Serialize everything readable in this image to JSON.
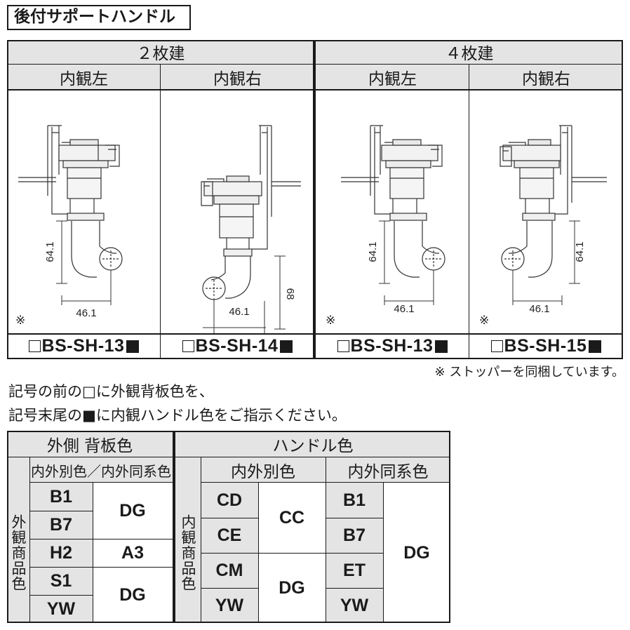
{
  "title": "後付サポートハンドル",
  "top_table": {
    "groups": [
      "２枚建",
      "４枚建"
    ],
    "subheads": [
      "内観左",
      "内観右",
      "内観左",
      "内観右"
    ],
    "diagrams": [
      {
        "dim_v": "64.1",
        "dim_h": "46.1",
        "mark": "※"
      },
      {
        "dim_v": "68",
        "dim_h": "46.1",
        "mark": ""
      },
      {
        "dim_v": "64.1",
        "dim_h": "46.1",
        "mark": "※"
      },
      {
        "dim_v": "64.1",
        "dim_h": "46.1",
        "mark": "※"
      }
    ],
    "models": [
      "BS-SH-13",
      "BS-SH-14",
      "BS-SH-13",
      "BS-SH-15"
    ]
  },
  "stopper_note": "※ ストッパーを同梱しています。",
  "instructions": [
    "記号の前の□に外観背板色を、",
    "記号末尾の■に内観ハンドル色をご指示ください。"
  ],
  "color_table": {
    "left_header": "外側 背板色",
    "left_subheader": "内外別色／内外同系色",
    "left_side_label": "外観商品色",
    "left_codes": [
      "B1",
      "B7",
      "H2",
      "S1",
      "YW"
    ],
    "left_values": [
      "DG",
      "A3",
      "DG"
    ],
    "right_header": "ハンドル色",
    "right_sub1": "内外別色",
    "right_sub2": "内外同系色",
    "right_side_label": "内観商品色",
    "mid_codes": [
      "CD",
      "CE",
      "CM",
      "YW"
    ],
    "mid_values": [
      "CC",
      "DG"
    ],
    "same_codes": [
      "B1",
      "B7",
      "ET",
      "YW"
    ],
    "same_value": "DG"
  }
}
